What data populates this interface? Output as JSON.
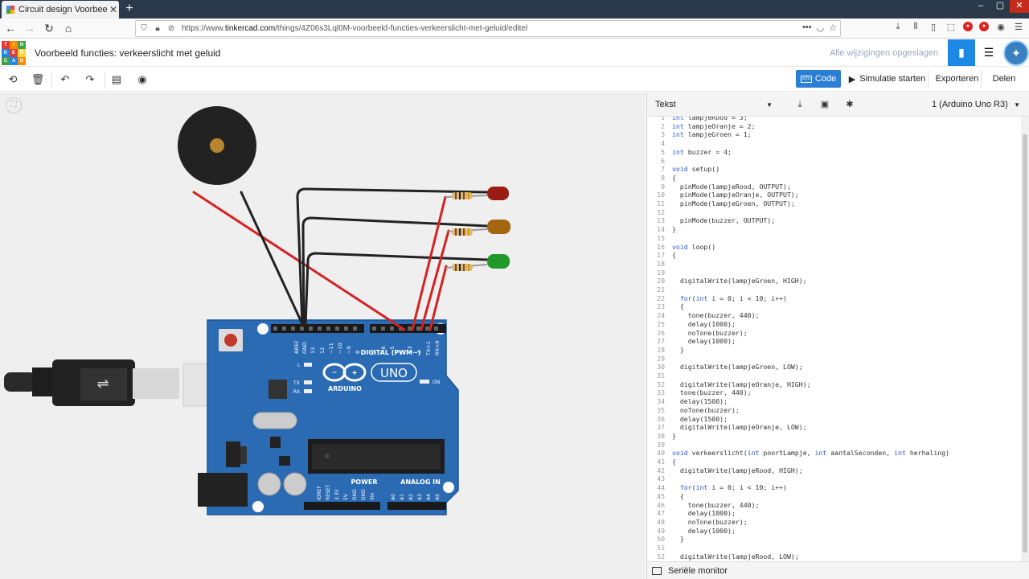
{
  "browser": {
    "tab_title": "Circuit design Voorbeeld functi",
    "url_prefix": "https://www.",
    "url_host": "tinkercad.com",
    "url_path": "/things/4Z06s3Lql0M-voorbeeld-functies-verkeerslicht-met-geluid/editel",
    "menu_icon": "☰"
  },
  "app": {
    "logo_letters": [
      "TIN",
      "KER",
      "CAD"
    ],
    "title": "Voorbeeld functies: verkeerslicht met geluid",
    "saved_status": "Alle wijzigingen opgeslagen"
  },
  "toolbar": {
    "code_label": "Code",
    "simulate_label": "Simulatie starten",
    "export_label": "Exporteren",
    "share_label": "Delen"
  },
  "code_panel": {
    "mode_select": "Tekst",
    "device_select": "1 (Arduino Uno R3)",
    "serial_monitor": "Seriële monitor",
    "lines": [
      {
        "n": "1",
        "t": "int lampjeRood = 3;"
      },
      {
        "n": "2",
        "t": "int lampjeOranje = 2;"
      },
      {
        "n": "3",
        "t": "int lampjeGroen = 1;"
      },
      {
        "n": "4",
        "t": ""
      },
      {
        "n": "5",
        "t": "int buzzer = 4;"
      },
      {
        "n": "6",
        "t": ""
      },
      {
        "n": "7",
        "t": "void setup()"
      },
      {
        "n": "8",
        "t": "{"
      },
      {
        "n": "9",
        "t": "  pinMode(lampjeRood, OUTPUT);"
      },
      {
        "n": "10",
        "t": "  pinMode(lampjeOranje, OUTPUT);"
      },
      {
        "n": "11",
        "t": "  pinMode(lampjeGroen, OUTPUT);"
      },
      {
        "n": "12",
        "t": ""
      },
      {
        "n": "13",
        "t": "  pinMode(buzzer, OUTPUT);"
      },
      {
        "n": "14",
        "t": "}"
      },
      {
        "n": "15",
        "t": ""
      },
      {
        "n": "16",
        "t": "void loop()"
      },
      {
        "n": "17",
        "t": "{"
      },
      {
        "n": "18",
        "t": ""
      },
      {
        "n": "19",
        "t": ""
      },
      {
        "n": "20",
        "t": "  digitalWrite(lampjeGroen, HIGH);"
      },
      {
        "n": "21",
        "t": ""
      },
      {
        "n": "22",
        "t": "  for(int i = 0; i < 10; i++)"
      },
      {
        "n": "23",
        "t": "  {"
      },
      {
        "n": "24",
        "t": "    tone(buzzer, 440);"
      },
      {
        "n": "25",
        "t": "    delay(1000);"
      },
      {
        "n": "26",
        "t": "    noTone(buzzer);"
      },
      {
        "n": "27",
        "t": "    delay(1000);"
      },
      {
        "n": "28",
        "t": "  }"
      },
      {
        "n": "29",
        "t": ""
      },
      {
        "n": "30",
        "t": "  digitalWrite(lampjeGroen, LOW);"
      },
      {
        "n": "31",
        "t": ""
      },
      {
        "n": "32",
        "t": "  digitalWrite(lampjeOranje, HIGH);"
      },
      {
        "n": "33",
        "t": "  tone(buzzer, 440);"
      },
      {
        "n": "34",
        "t": "  delay(1500);"
      },
      {
        "n": "35",
        "t": "  noTone(buzzer);"
      },
      {
        "n": "36",
        "t": "  delay(1500);"
      },
      {
        "n": "37",
        "t": "  digitalWrite(lampjeOranje, LOW);"
      },
      {
        "n": "38",
        "t": "}"
      },
      {
        "n": "39",
        "t": ""
      },
      {
        "n": "40",
        "t": "void verkeerslicht(int poortLampje, int aantalSeconden, int herhaling)"
      },
      {
        "n": "41",
        "t": "{"
      },
      {
        "n": "42",
        "t": "  digitalWrite(lampjeRood, HIGH);"
      },
      {
        "n": "43",
        "t": ""
      },
      {
        "n": "44",
        "t": "  for(int i = 0; i < 10; i++)"
      },
      {
        "n": "45",
        "t": "  {"
      },
      {
        "n": "46",
        "t": "    tone(buzzer, 440);"
      },
      {
        "n": "47",
        "t": "    delay(1000);"
      },
      {
        "n": "48",
        "t": "    noTone(buzzer);"
      },
      {
        "n": "49",
        "t": "    delay(1000);"
      },
      {
        "n": "50",
        "t": "  }"
      },
      {
        "n": "51",
        "t": ""
      },
      {
        "n": "52",
        "t": "  digitalWrite(lampjeRood, LOW);"
      }
    ]
  },
  "board": {
    "uno_label": "UNO",
    "arduino_label": "ARDUINO",
    "digital_label": "DIGITAL (PWM~)",
    "power_label": "POWER",
    "analog_label": "ANALOG IN",
    "on_label": "ON",
    "l_label": "L",
    "tx_label": "TX",
    "rx_label": "RX",
    "top_pins": [
      "AREF",
      "GND",
      "13",
      "12",
      "~11",
      "~10",
      "~9",
      "8",
      "7",
      "~6",
      "~5",
      "4",
      "~3",
      "2",
      "TX>1",
      "RX<0"
    ],
    "power_pins": [
      "IOREF",
      "RESET",
      "3.3V",
      "5V",
      "GND",
      "GND",
      "Vin"
    ],
    "analog_pins": [
      "A0",
      "A1",
      "A2",
      "A3",
      "A4",
      "A5"
    ]
  },
  "colors": {
    "accent": "#1e88e5",
    "board": "#2a6bb4",
    "led_red": "#9b1c12",
    "led_orange": "#a4670f",
    "led_green": "#1f9a2a",
    "wire_red": "#d42222",
    "wire_black": "#222222"
  }
}
